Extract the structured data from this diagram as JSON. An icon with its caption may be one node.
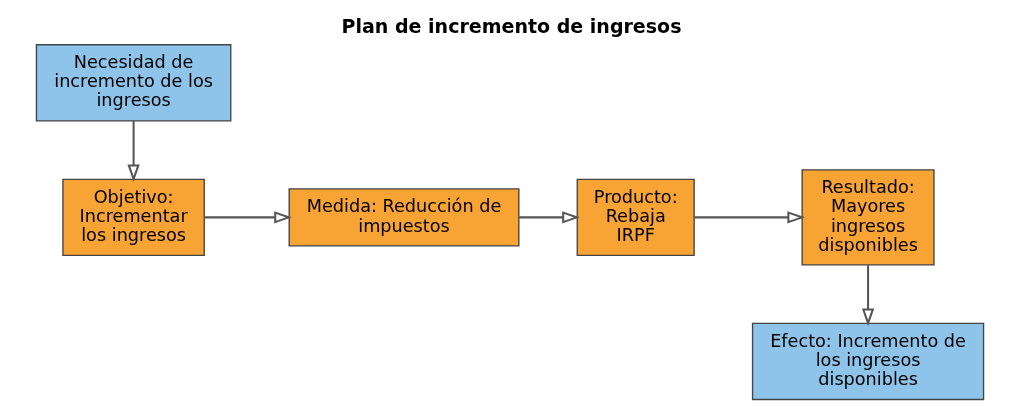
{
  "diagram": {
    "title": "Plan de incremento de ingresos",
    "nodes": [
      {
        "text": [
          "Necesidad de incremento de los ingresos"
        ]
      },
      {
        "text": [
          "Objetivo: Incrementar los ingresos"
        ]
      },
      {
        "text": [
          "Medida: Reducción de impuestos"
        ]
      },
      {
        "text": [
          "Producto: Rebaja IRPF"
        ]
      },
      {
        "text": [
          "Resultado: Mayores ingresos disponibles"
        ]
      },
      {
        "text": [
          "Efecto: Incremento de los ingresos disponibles"
        ]
      }
    ],
    "edges": [
      {
        "from": 0,
        "to": 1,
        "arrow": "to"
      },
      {
        "from": 1,
        "to": 2,
        "arrow": "to"
      },
      {
        "from": 2,
        "to": 3,
        "arrow": "to"
      },
      {
        "from": 3,
        "to": 4,
        "arrow": "to"
      },
      {
        "from": 4,
        "to": 5,
        "arrow": "to"
      }
    ]
  }
}
